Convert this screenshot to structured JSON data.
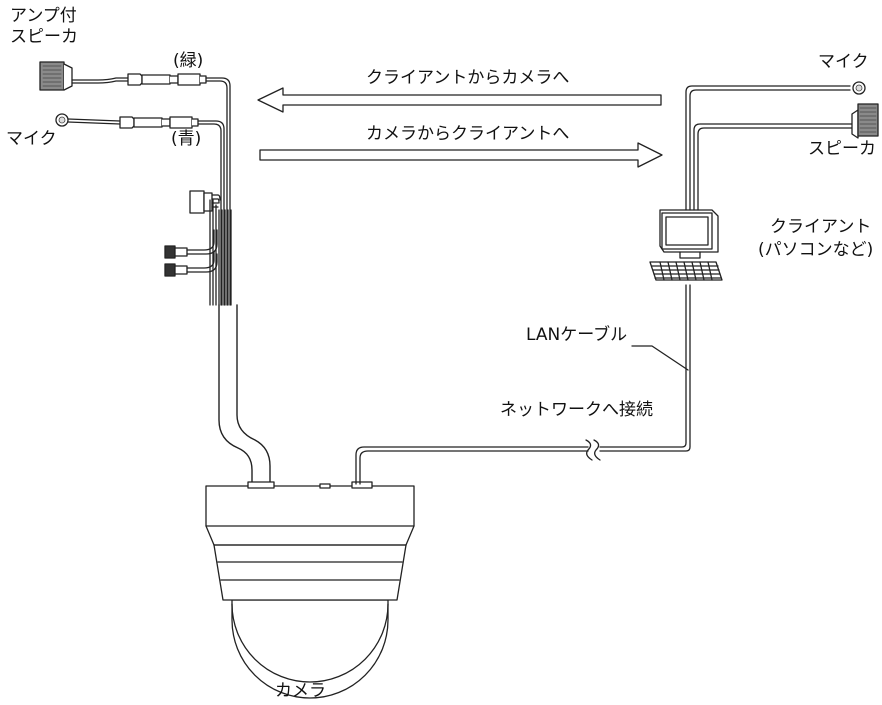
{
  "labels": {
    "amp_speaker_line1": "アンプ付",
    "amp_speaker_line2": "スピーカ",
    "green_label": "(緑)",
    "blue_label": "(青)",
    "mic_left": "マイク",
    "mic_right": "マイク",
    "speaker_right": "スピーカ",
    "client_line1": "クライアント",
    "client_line2": "(パソコンなど)",
    "arrow_client_to_camera": "クライアントからカメラへ",
    "arrow_camera_to_client": "カメラからクライアントへ",
    "lan_cable": "LANケーブル",
    "network_connect": "ネットワークへ接続",
    "camera": "カメラ"
  }
}
